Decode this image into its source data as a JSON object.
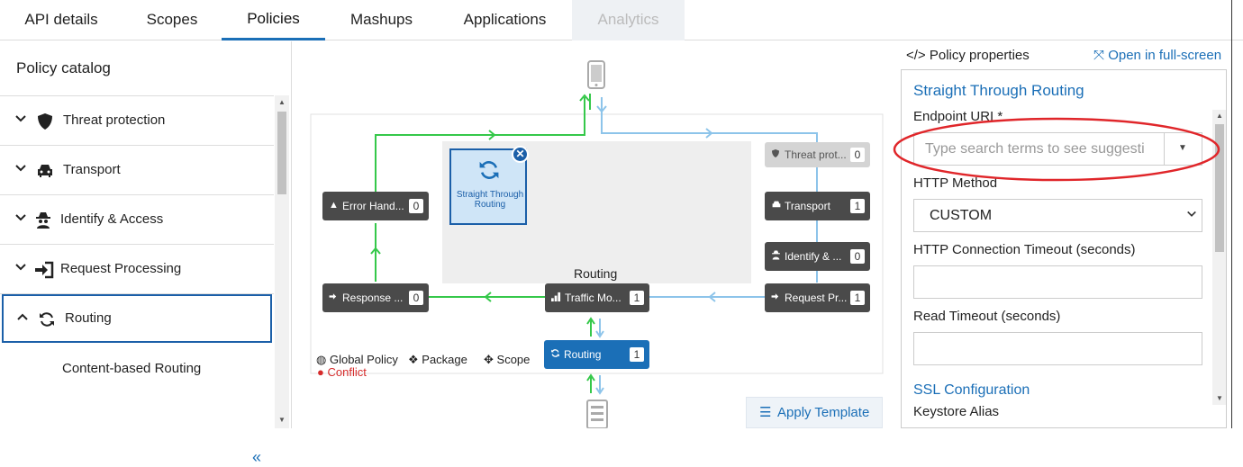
{
  "tabs": [
    {
      "label": "API details"
    },
    {
      "label": "Scopes"
    },
    {
      "label": "Policies"
    },
    {
      "label": "Mashups"
    },
    {
      "label": "Applications"
    },
    {
      "label": "Analytics"
    }
  ],
  "catalog": {
    "title": "Policy catalog",
    "items": [
      {
        "label": "Threat protection",
        "icon": "shield-icon"
      },
      {
        "label": "Transport",
        "icon": "car-icon"
      },
      {
        "label": "Identify & Access",
        "icon": "spy-icon"
      },
      {
        "label": "Request Processing",
        "icon": "sign-in-icon"
      },
      {
        "label": "Routing",
        "icon": "refresh-icon"
      }
    ],
    "sub_item": "Content-based Routing",
    "collapse_label": "«"
  },
  "canvas": {
    "selected_policy": "Straight Through Routing",
    "stage_label": "Routing",
    "nodes": {
      "threat": {
        "label": "Threat prot...",
        "count": "0"
      },
      "error": {
        "label": "Error Hand...",
        "count": "0"
      },
      "transport": {
        "label": "Transport",
        "count": "1"
      },
      "identify": {
        "label": "Identify & ...",
        "count": "0"
      },
      "response": {
        "label": "Response ...",
        "count": "0"
      },
      "traffic": {
        "label": "Traffic Mo...",
        "count": "1"
      },
      "request": {
        "label": "Request Pr...",
        "count": "1"
      },
      "routing": {
        "label": "Routing",
        "count": "1"
      }
    },
    "legend": {
      "global": "Global Policy",
      "package": "Package",
      "scope": "Scope",
      "conflict": "Conflict"
    },
    "apply_template": "Apply Template"
  },
  "properties": {
    "header": "Policy properties",
    "fullscreen": "Open in full-screen",
    "title": "Straight Through Routing",
    "endpoint_label": "Endpoint URI *",
    "endpoint_placeholder": "Type search terms to see suggesti",
    "method_label": "HTTP Method",
    "method_value": "CUSTOM",
    "timeout_label": "HTTP Connection Timeout (seconds)",
    "read_timeout_label": "Read Timeout (seconds)",
    "ssl_label": "SSL Configuration",
    "keystore_label": "Keystore Alias"
  },
  "colors": {
    "accent": "#1b6fb7",
    "green": "#35c84a",
    "blue_line": "#8dc4ea",
    "node": "#4a4a4a",
    "annotation": "#e0262a"
  }
}
